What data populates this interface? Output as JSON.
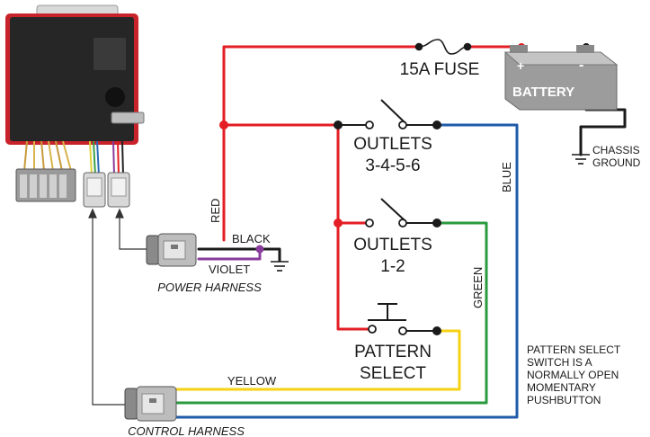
{
  "components": {
    "fuse": {
      "label": "15A FUSE"
    },
    "battery": {
      "label": "BATTERY",
      "positive": "+",
      "negative": "-"
    },
    "chassis_ground": {
      "line1": "CHASSIS",
      "line2": "GROUND"
    },
    "switch_outlets_3456": {
      "line1": "OUTLETS",
      "line2": "3-4-5-6"
    },
    "switch_outlets_12": {
      "line1": "OUTLETS",
      "line2": "1-2"
    },
    "pattern_select": {
      "line1": "PATTERN",
      "line2": "SELECT"
    },
    "power_harness": {
      "label": "POWER HARNESS"
    },
    "control_harness": {
      "label": "CONTROL HARNESS"
    }
  },
  "wires": {
    "red": {
      "label": "RED",
      "color": "#e31e24"
    },
    "black": {
      "label": "BLACK",
      "color": "#1a1a1a"
    },
    "violet": {
      "label": "VIOLET",
      "color": "#8a3c9c"
    },
    "yellow": {
      "label": "YELLOW",
      "color": "#f5d214"
    },
    "green": {
      "label": "GREEN",
      "color": "#2a9a3e"
    },
    "blue": {
      "label": "BLUE",
      "color": "#1f5ba8"
    }
  },
  "note": {
    "lines": [
      "PATTERN SELECT",
      "SWITCH IS A",
      "NORMALLY OPEN",
      "MOMENTARY",
      "PUSHBUTTON"
    ]
  }
}
